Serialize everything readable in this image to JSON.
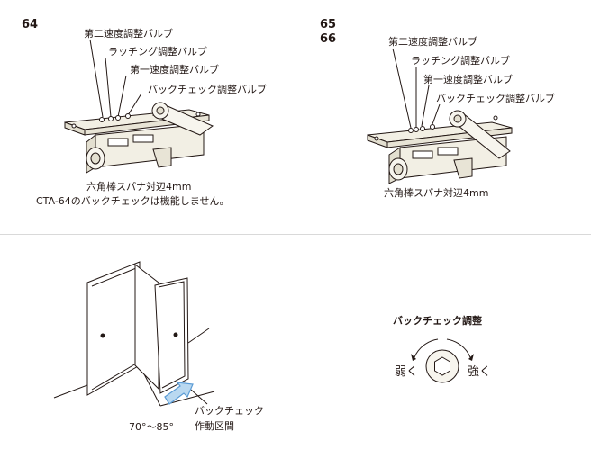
{
  "panel_64": {
    "model": "64",
    "labels": {
      "second_speed": "第二速度調整バルブ",
      "latching": "ラッチング調整バルブ",
      "first_speed": "第一速度調整バルブ",
      "backcheck": "バックチェック調整バルブ"
    },
    "wrench_note": "六角棒スパナ対辺4mm",
    "backcheck_note": "CTA-64のバックチェックは機能しません。"
  },
  "panel_6566": {
    "model_a": "65",
    "model_b": "66",
    "labels": {
      "second_speed": "第二速度調整バルブ",
      "latching": "ラッチング調整バルブ",
      "first_speed": "第一速度調整バルブ",
      "backcheck": "バックチェック調整バルブ"
    },
    "wrench_note": "六角棒スパナ対辺4mm"
  },
  "panel_door": {
    "zone_line1": "バックチェック",
    "zone_line2": "作動区間",
    "angle_range": "70°〜85°"
  },
  "panel_adjust": {
    "title": "バックチェック調整",
    "weak": "弱く",
    "strong": "強く"
  },
  "colors": {
    "line": "#231815",
    "arrow_fill": "#b9d8f0",
    "arrow_stroke": "#5a9bd5",
    "divider": "#d9d9d9"
  }
}
